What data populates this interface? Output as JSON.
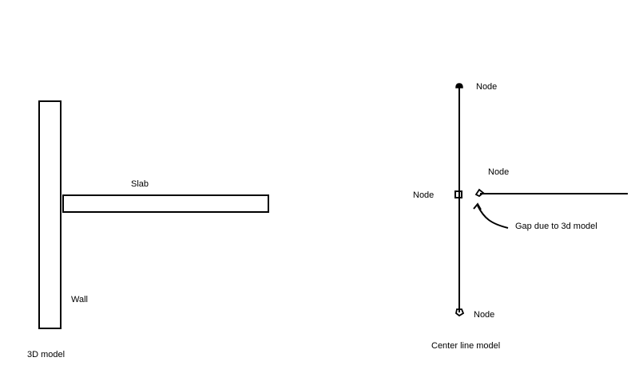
{
  "left_model": {
    "caption": "3D model",
    "wall_label": "Wall",
    "slab_label": "Slab"
  },
  "right_model": {
    "caption": "Center line model",
    "node_top_label": "Node",
    "node_right_label": "Node",
    "node_middle_label": "Node",
    "node_bottom_label": "Node",
    "gap_annotation": "Gap due to 3d model"
  },
  "colors": {
    "stroke": "#000000",
    "background": "#ffffff"
  }
}
